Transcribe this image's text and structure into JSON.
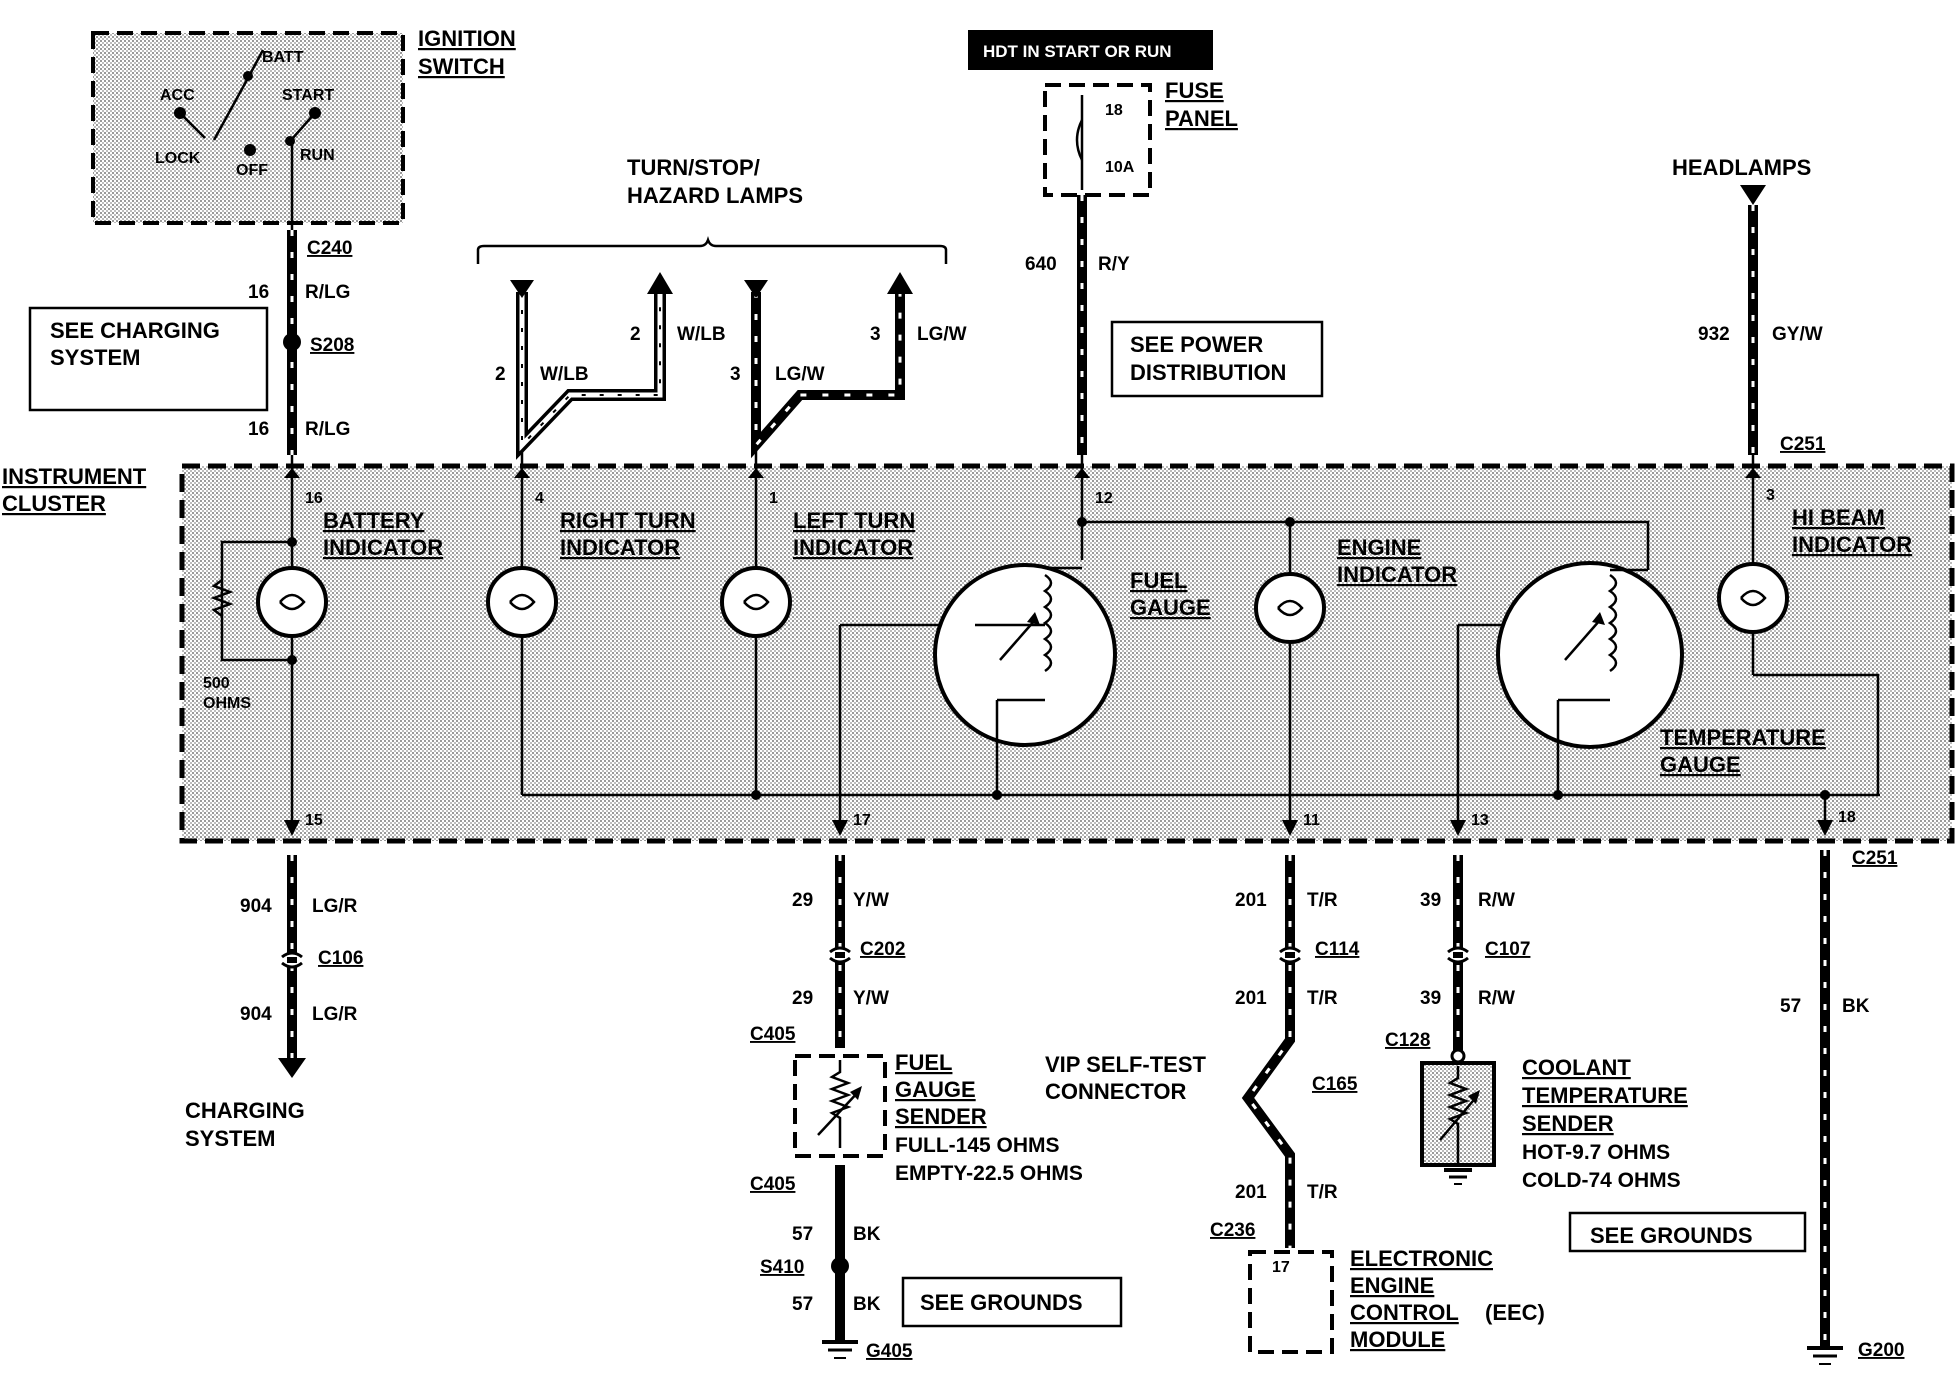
{
  "ignition": {
    "title1": "IGNITION",
    "title2": "SWITCH",
    "batt": "BATT",
    "acc": "ACC",
    "start": "START",
    "lock": "LOCK",
    "off": "OFF",
    "run": "RUN"
  },
  "hdt": "HDT IN START OR RUN",
  "fuse_panel": {
    "title1": "FUSE",
    "title2": "PANEL",
    "num": "18",
    "amp": "10A"
  },
  "turn_lamps": {
    "line1": "TURN/STOP/",
    "line2": "HAZARD LAMPS"
  },
  "headlamps": "HEADLAMPS",
  "see_charging": {
    "line1": "SEE CHARGING",
    "line2": "SYSTEM"
  },
  "see_power": {
    "line1": "SEE POWER",
    "line2": "DISTRIBUTION"
  },
  "see_grounds_1": "SEE GROUNDS",
  "see_grounds_2": "SEE GROUNDS",
  "connectors": {
    "c240": "C240",
    "s208": "S208",
    "c251a": "C251",
    "c251b": "C251",
    "c106": "C106",
    "c202": "C202",
    "c405a": "C405",
    "c405b": "C405",
    "s410": "S410",
    "g405": "G405",
    "c114": "C114",
    "c165": "C165",
    "c236": "C236",
    "c107": "C107",
    "c128": "C128",
    "g200": "G200"
  },
  "wires": {
    "w16a": "16",
    "rlg_a": "R/LG",
    "w16b": "16",
    "rlg_b": "R/LG",
    "w2a": "2",
    "wlb_a": "W/LB",
    "w2b": "2",
    "wlb_b": "W/LB",
    "w3a": "3",
    "lgw_a": "LG/W",
    "w3b": "3",
    "lgw_b": "LG/W",
    "w640": "640",
    "ry": "R/Y",
    "w932": "932",
    "gyw": "GY/W",
    "w904a": "904",
    "lgr_a": "LG/R",
    "w904b": "904",
    "lgr_b": "LG/R",
    "w29a": "29",
    "yw_a": "Y/W",
    "w29b": "29",
    "yw_b": "Y/W",
    "w57a": "57",
    "bk_a": "BK",
    "w57b": "57",
    "bk_b": "BK",
    "w201a": "201",
    "tr_a": "T/R",
    "w201b": "201",
    "tr_b": "T/R",
    "w201c": "201",
    "tr_c": "T/R",
    "w39a": "39",
    "rw_a": "R/W",
    "w39b": "39",
    "rw_b": "R/W",
    "w57c": "57",
    "bk_c": "BK"
  },
  "cluster": {
    "title1": "INSTRUMENT",
    "title2": "CLUSTER",
    "battery1": "BATTERY",
    "battery2": "INDICATOR",
    "right1": "RIGHT TURN",
    "right2": "INDICATOR",
    "left1": "LEFT TURN",
    "left2": "INDICATOR",
    "fuel1": "FUEL",
    "fuel2": "GAUGE",
    "engine1": "ENGINE",
    "engine2": "INDICATOR",
    "temp1": "TEMPERATURE",
    "temp2": "GAUGE",
    "hibeam1": "HI BEAM",
    "hibeam2": "INDICATOR",
    "ohms1": "500",
    "ohms2": "OHMS",
    "pins": {
      "p16": "16",
      "p4": "4",
      "p1": "1",
      "p12": "12",
      "p3": "3",
      "p15": "15",
      "p17": "17",
      "p11": "11",
      "p13": "13",
      "p18": "18"
    }
  },
  "charging_system": {
    "line1": "CHARGING",
    "line2": "SYSTEM"
  },
  "fuel_sender": {
    "line1": "FUEL",
    "line2": "GAUGE",
    "line3": "SENDER",
    "full": "FULL-145 OHMS",
    "empty": "EMPTY-22.5 OHMS"
  },
  "vip": {
    "line1": "VIP SELF-TEST",
    "line2": "CONNECTOR"
  },
  "eec": {
    "pin": "17",
    "line1": "ELECTRONIC",
    "line2": "ENGINE",
    "line3": "CONTROL",
    "line3b": "(EEC)",
    "line4": "MODULE"
  },
  "coolant": {
    "line1": "COOLANT",
    "line2": "TEMPERATURE",
    "line3": "SENDER",
    "hot": "HOT-9.7 OHMS",
    "cold": "COLD-74 OHMS"
  }
}
